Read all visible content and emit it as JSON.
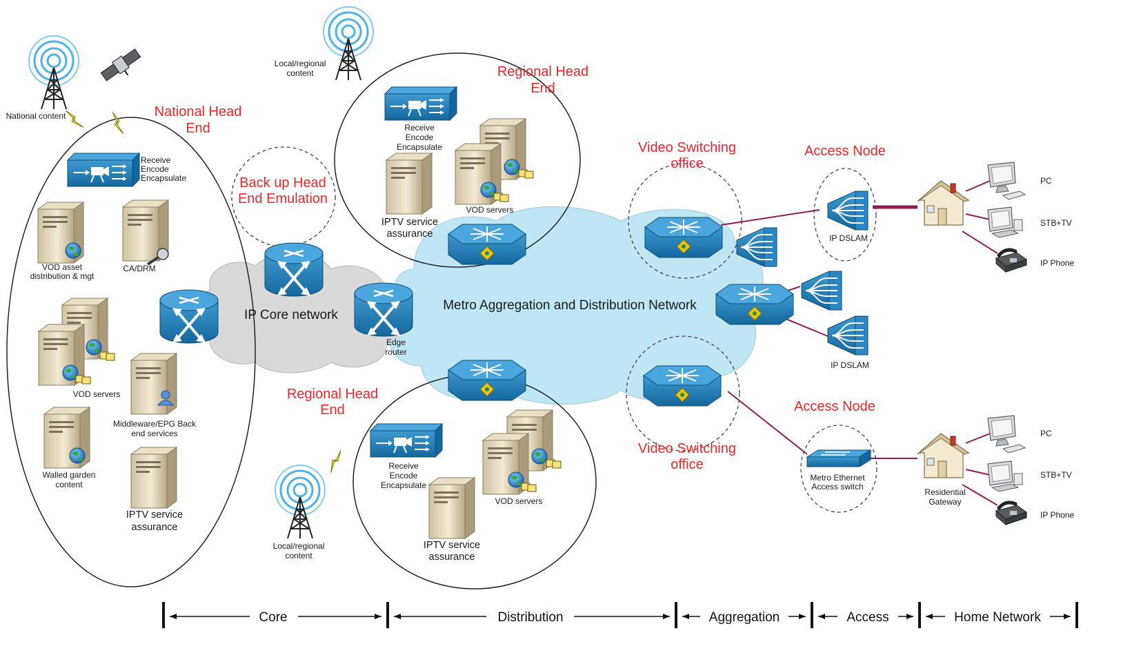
{
  "regions": {
    "national_head_end": "National Head End",
    "regional_head_end_top": "Regional Head End",
    "regional_head_end_bottom": "Regional Head End",
    "backup_head_end": "Back up Head End Emulation",
    "ip_core": "IP Core network",
    "metro": "Metro Aggregation and Distribution Network",
    "vso_top": "Video Switching office",
    "vso_bottom": "Video Switching office",
    "access_node_top": "Access Node",
    "access_node_bottom": "Access Node"
  },
  "labels": {
    "national_content": "National content",
    "local_content_top": "Local/regional content",
    "local_content_bottom": "Local/regional content",
    "rx_national": "Receive Encode Encapsulate",
    "rx_regional_top": "Receive Encode Encapsulate",
    "rx_regional_bottom": "Receive Encode Encapsulate",
    "vod_asset": "VOD asset distribution & mgt",
    "ca_drm": "CA/DRM",
    "vod_national": "VOD servers",
    "middleware": "Middleware/EPG Back end services",
    "walled_garden": "Walled garden content",
    "iptv_assurance_national": "IPTV service assurance",
    "vod_regional_top": "VOD servers",
    "iptv_assurance_top": "IPTV service assurance",
    "vod_regional_bottom": "VOD servers",
    "iptv_assurance_bottom": "IPTV service assurance",
    "edge_router": "Edge router",
    "ip_dslam_top": "IP DSLAM",
    "ip_dslam_mid": "IP DSLAM",
    "metro_switch": "Metro Ethernet Access switch",
    "residential_gateway": "Residential Gateway",
    "pc_top": "PC",
    "stb_top": "STB+TV",
    "phone_top": "IP Phone",
    "pc_bottom": "PC",
    "stb_bottom": "STB+TV",
    "phone_bottom": "IP Phone"
  },
  "segments": [
    "Core",
    "Distribution",
    "Aggregation",
    "Access",
    "Home Network"
  ],
  "colors": {
    "annotation_red": "#e8262b",
    "device_blue": "#1d6fa5",
    "device_blue_light": "#2f8fc9",
    "metro_cloud": "#bfe6f3",
    "core_cloud": "#d9d9d9",
    "link_purple": "#8b1f4f"
  }
}
